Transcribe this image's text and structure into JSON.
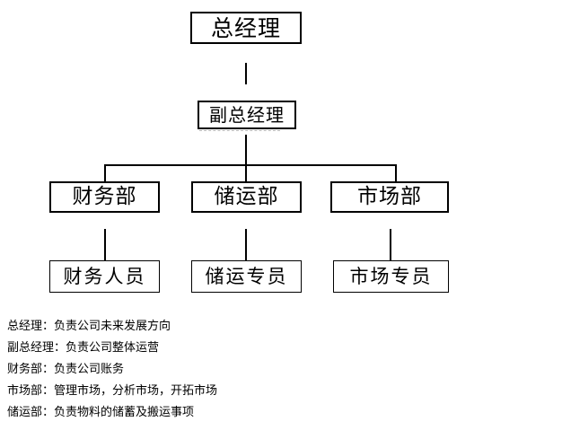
{
  "diagram": {
    "type": "organization-chart",
    "orientation": "top-down",
    "background_color": "#ffffff",
    "line_color": "#000000",
    "box_border_color": "#000000",
    "box_fill_color": "#ffffff",
    "levels": [
      {
        "level": 1,
        "nodes": [
          {
            "id": "gm",
            "label": "总经理"
          }
        ]
      },
      {
        "level": 2,
        "nodes": [
          {
            "id": "vgm",
            "label": "副总经理"
          }
        ]
      },
      {
        "level": 3,
        "nodes": [
          {
            "id": "finance",
            "label": "财务部"
          },
          {
            "id": "logistics",
            "label": "储运部"
          },
          {
            "id": "market",
            "label": "市场部"
          }
        ]
      },
      {
        "level": 4,
        "nodes": [
          {
            "id": "finance_staff",
            "label": "财务人员"
          },
          {
            "id": "logistics_staff",
            "label": "储运专员"
          },
          {
            "id": "market_staff",
            "label": "市场专员"
          }
        ]
      }
    ],
    "edges": [
      {
        "from": "gm",
        "to": "vgm"
      },
      {
        "from": "vgm",
        "to": "finance"
      },
      {
        "from": "vgm",
        "to": "logistics"
      },
      {
        "from": "vgm",
        "to": "market"
      },
      {
        "from": "finance",
        "to": "finance_staff"
      },
      {
        "from": "logistics",
        "to": "logistics_staff"
      },
      {
        "from": "market",
        "to": "market_staff"
      }
    ]
  },
  "nodes": {
    "gm": "总经理",
    "vgm": "副总经理",
    "finance": "财务部",
    "logistics": "储运部",
    "market": "市场部",
    "finance_staff": "财务人员",
    "logistics_staff": "储运专员",
    "market_staff": "市场专员"
  },
  "legend": {
    "lines": [
      "总经理：负责公司未来发展方向",
      "副总经理：负责公司整体运营",
      "财务部：负责公司账务",
      "市场部：管理市场，分析市场，开拓市场",
      "储运部：负责物料的储蓄及搬运事项"
    ]
  }
}
